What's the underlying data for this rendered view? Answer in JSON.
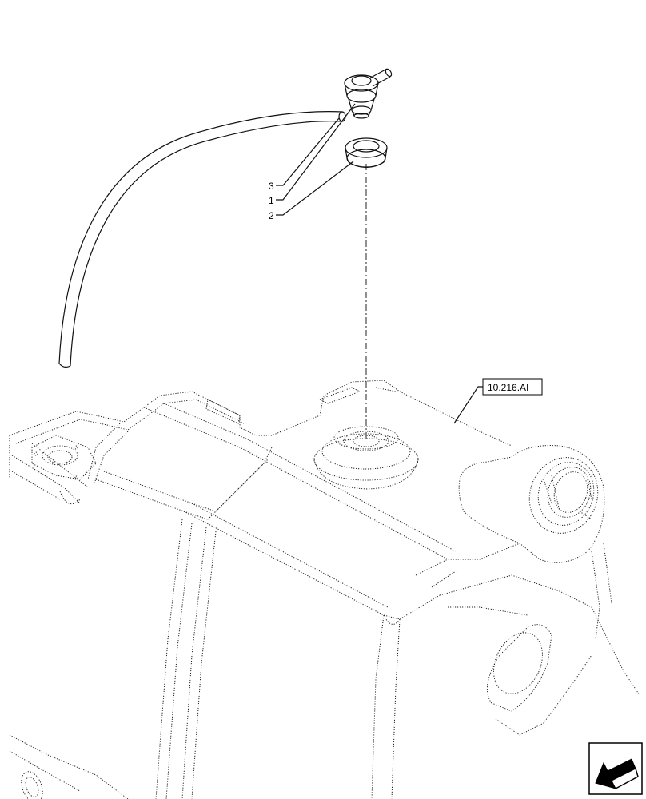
{
  "callouts": [
    {
      "id": "3",
      "label": "3"
    },
    {
      "id": "1",
      "label": "1"
    },
    {
      "id": "2",
      "label": "2"
    }
  ],
  "reference": {
    "label": "10.216.AI"
  },
  "icons": {
    "nav_arrow": "back-arrow-icon"
  }
}
